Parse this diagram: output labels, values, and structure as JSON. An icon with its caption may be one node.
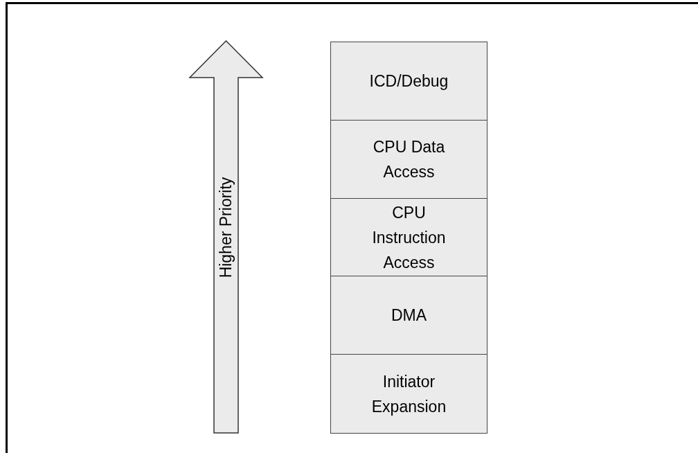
{
  "diagram": {
    "nodes": [
      {
        "text": [
          "Higher Priority"
        ]
      },
      {
        "text": [
          "ICD/Debug"
        ]
      },
      {
        "text": [
          "CPU Data Access"
        ]
      },
      {
        "text": [
          "CPU Instruction Access"
        ]
      },
      {
        "text": [
          "DMA"
        ]
      },
      {
        "text": [
          "Initiator Expansion"
        ]
      }
    ]
  }
}
